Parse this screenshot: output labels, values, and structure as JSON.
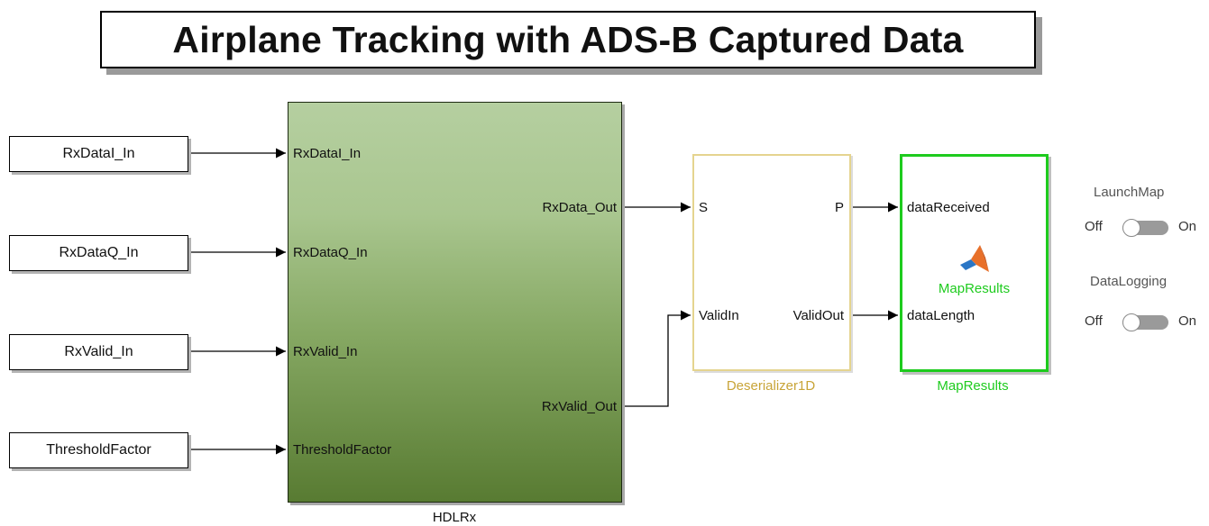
{
  "title": "Airplane Tracking with ADS-B Captured Data",
  "inports": [
    "RxDataI_In",
    "RxDataQ_In",
    "RxValid_In",
    "ThresholdFactor"
  ],
  "hdlrx": {
    "name": "HDLRx",
    "inputs": [
      "RxDataI_In",
      "RxDataQ_In",
      "RxValid_In",
      "ThresholdFactor"
    ],
    "outputs": [
      "RxData_Out",
      "RxValid_Out"
    ]
  },
  "deserializer": {
    "name": "Deserializer1D",
    "in_s": "S",
    "in_valid": "ValidIn",
    "out_p": "P",
    "out_valid": "ValidOut",
    "name_color": "#c8a437"
  },
  "mapresults": {
    "name": "MapResults",
    "inner_label": "MapResults",
    "in_data": "dataReceived",
    "in_length": "dataLength",
    "icon": "matlab-icon",
    "accent": "#1ecb1e"
  },
  "toggles": [
    {
      "label": "LaunchMap",
      "off": "Off",
      "on": "On",
      "state": "off"
    },
    {
      "label": "DataLogging",
      "off": "Off",
      "on": "On",
      "state": "off"
    }
  ]
}
